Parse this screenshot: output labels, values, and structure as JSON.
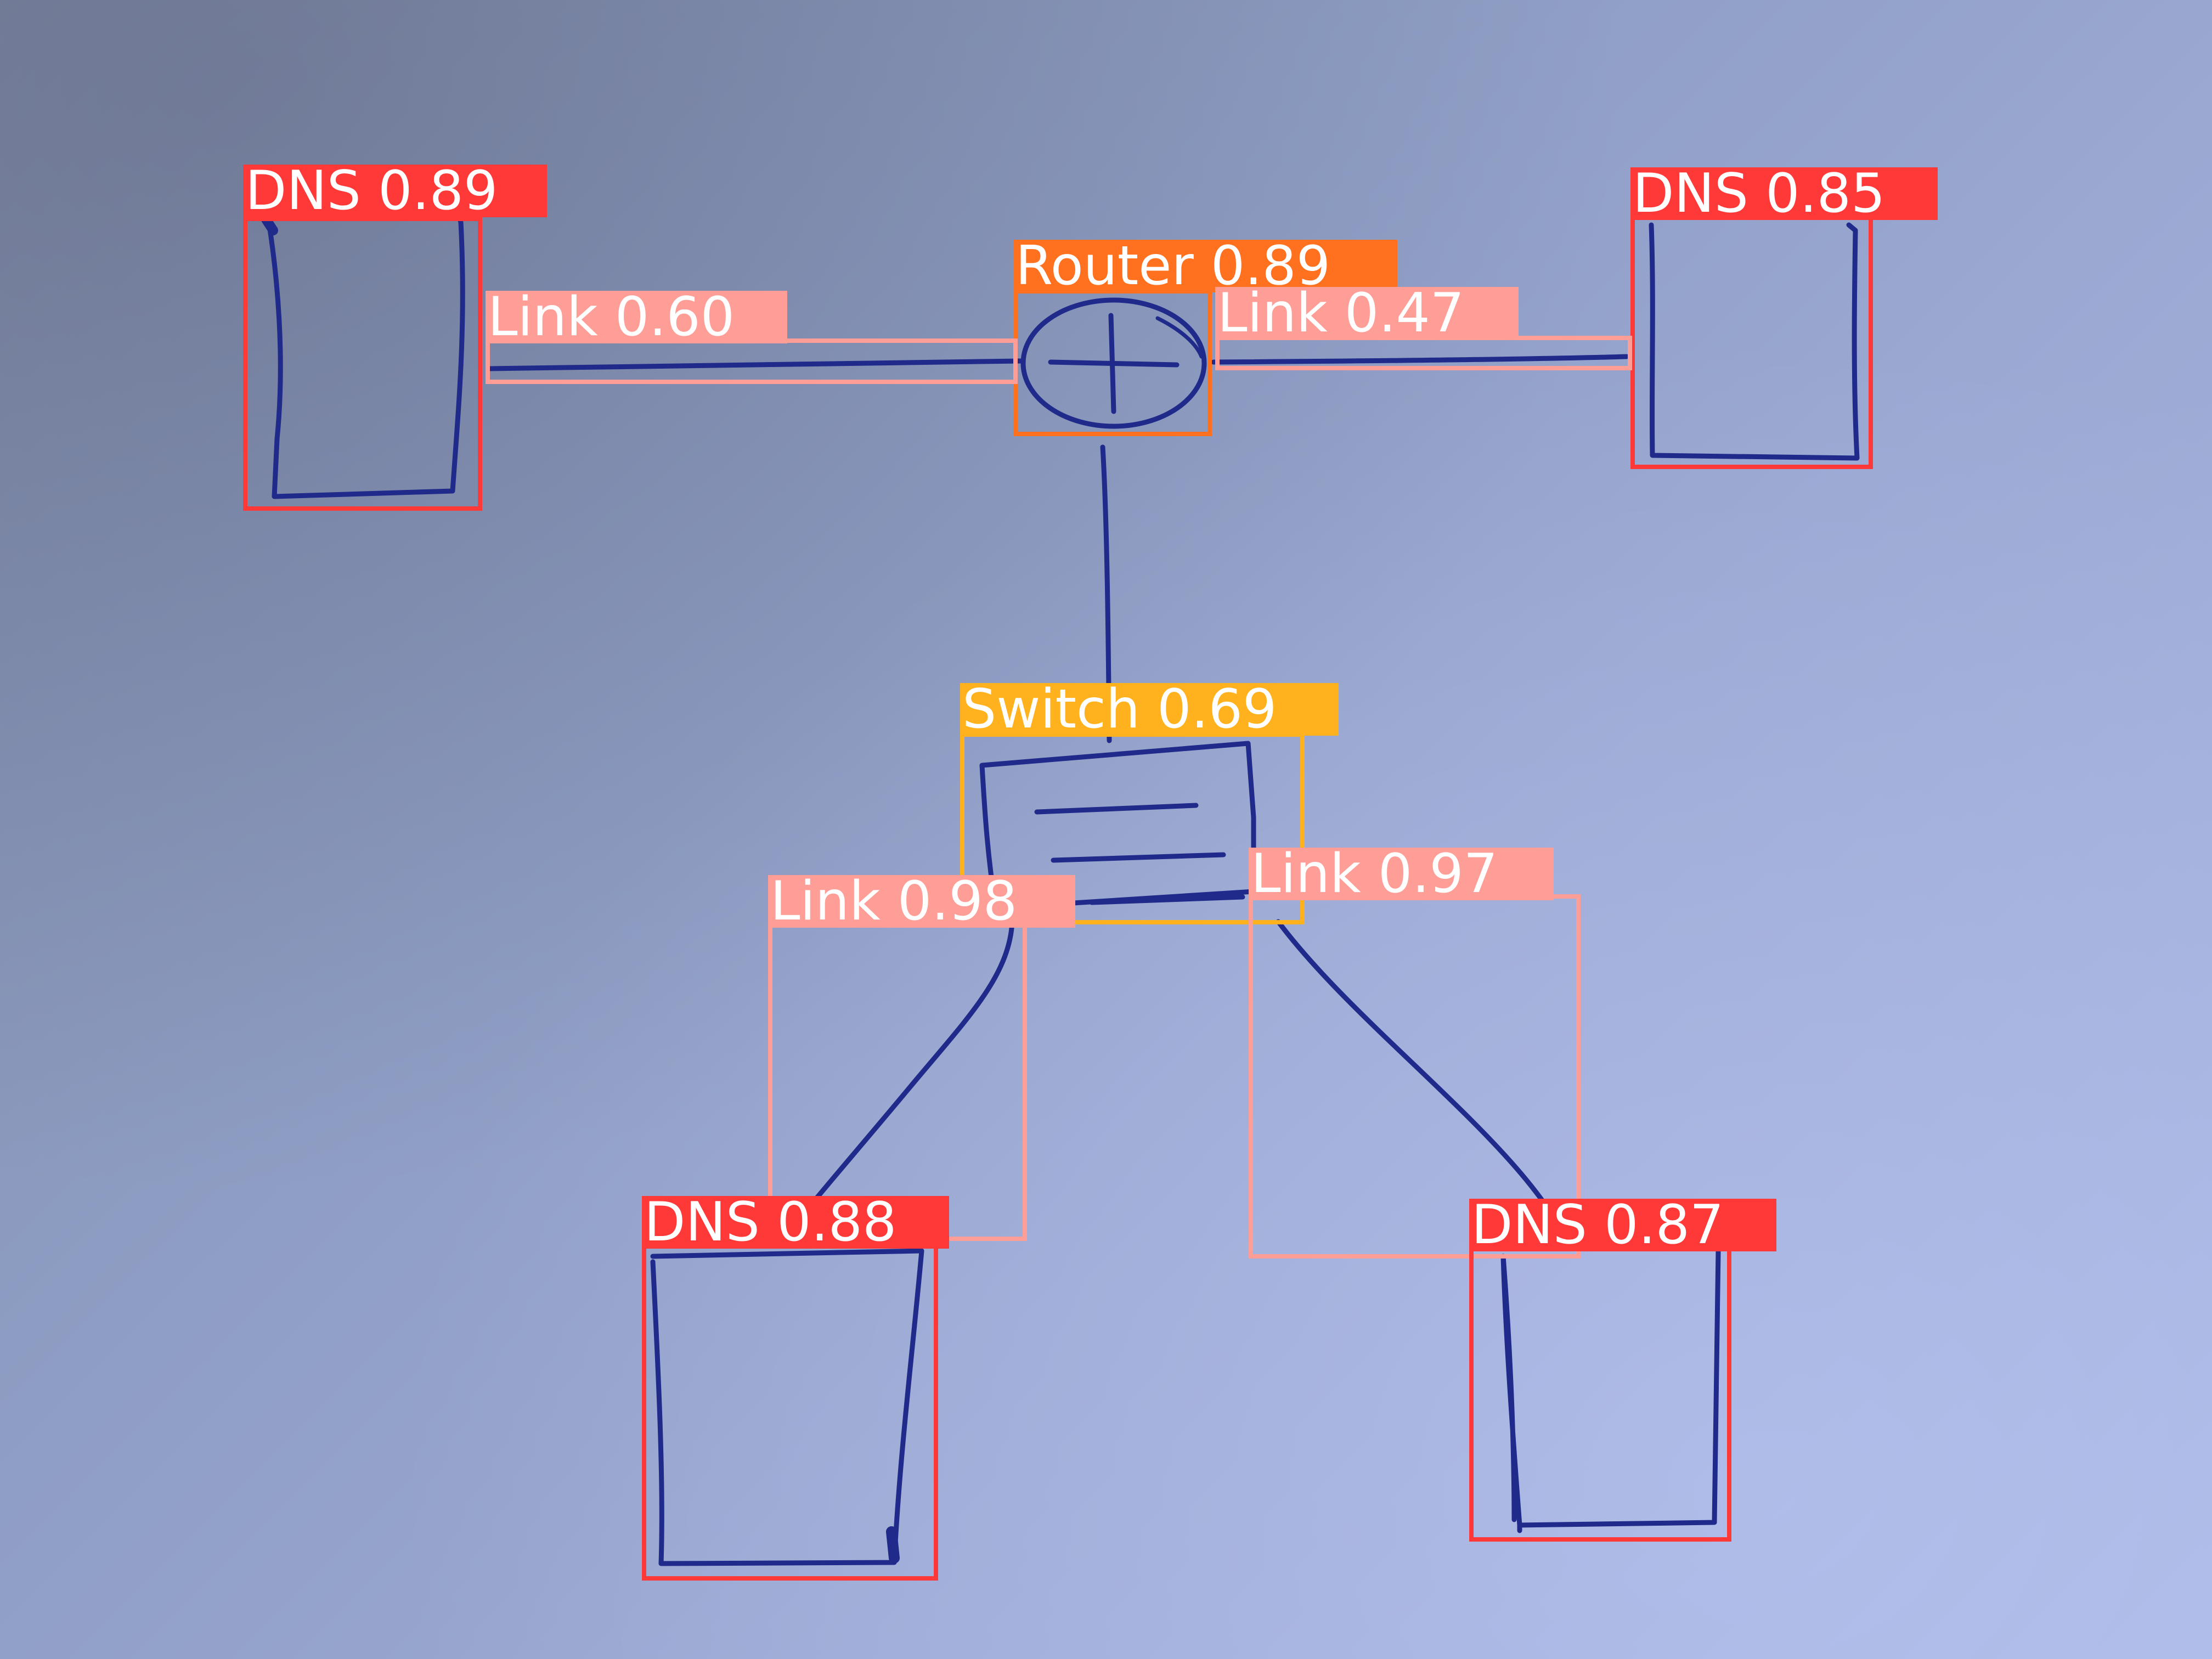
{
  "colors": {
    "dns": "#ff3838",
    "router": "#ff701f",
    "switch": "#ffb21d",
    "link": "#ff9d97",
    "ink": "#1f2a8a"
  },
  "detections": {
    "dns_top_left": {
      "label": "DNS 0.89",
      "icon": "server-icon"
    },
    "dns_top_right": {
      "label": "DNS 0.85",
      "icon": "server-icon"
    },
    "router": {
      "label": "Router 0.89",
      "icon": "router-icon"
    },
    "link_left": {
      "label": "Link 0.60"
    },
    "link_right": {
      "label": "Link 0.47"
    },
    "switch": {
      "label": "Switch 0.69",
      "icon": "switch-icon"
    },
    "link_bottom_left": {
      "label": "Link 0.98"
    },
    "link_bottom_right": {
      "label": "Link 0.97"
    },
    "dns_bottom_left": {
      "label": "DNS 0.88",
      "icon": "server-icon"
    },
    "dns_bottom_right": {
      "label": "DNS 0.87",
      "icon": "server-icon"
    }
  }
}
